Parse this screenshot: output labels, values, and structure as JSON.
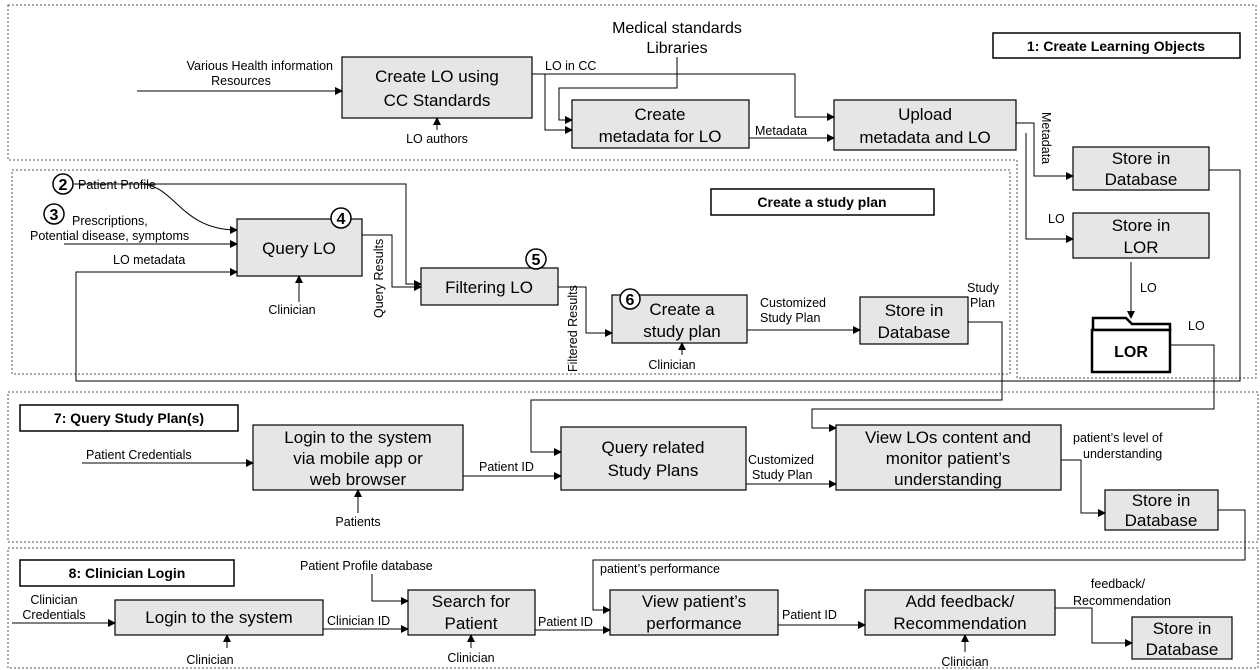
{
  "sections": {
    "create_lo": "1: Create Learning Objects",
    "study_plan": "Create a study plan",
    "query_plans": "7: Query Study Plan(s)",
    "clinician_login": "8: Clinician Login"
  },
  "boxes": {
    "create_lo": [
      "Create LO using",
      "CC Standards"
    ],
    "create_meta": [
      "Create",
      "metadata for LO"
    ],
    "upload": [
      "Upload",
      "metadata and LO"
    ],
    "store_db1": [
      "Store in",
      "Database"
    ],
    "store_lor": [
      "Store in",
      "LOR"
    ],
    "lor_folder": "LOR",
    "query_lo": "Query LO",
    "filtering": "Filtering LO",
    "create_plan": [
      "Create a",
      "study plan"
    ],
    "store_db2": [
      "Store in",
      "Database"
    ],
    "login_sys": [
      "Login to the system",
      "via mobile app or",
      "web browser"
    ],
    "query_plans": [
      "Query related",
      "Study Plans"
    ],
    "view_los": [
      "View LOs content and",
      "monitor patient’s",
      "understanding"
    ],
    "store_db3": [
      "Store in",
      "Database"
    ],
    "clin_login": "Login to the system",
    "search_patient": [
      "Search for",
      "Patient"
    ],
    "view_perf": [
      "View patient’s",
      "performance"
    ],
    "add_feedback": [
      "Add feedback/",
      "Recommendation"
    ],
    "store_db4": [
      "Store in",
      "Database"
    ]
  },
  "numbers": [
    "2",
    "3",
    "4",
    "5",
    "6"
  ],
  "labels": {
    "resources": [
      "Various Health information",
      "Resources"
    ],
    "med_std": [
      "Medical standards",
      "Libraries"
    ],
    "lo_in_cc": "LO in CC",
    "lo_authors": "LO authors",
    "metadata1": "Metadata",
    "metadata2": "Metadata",
    "lo_store": "LO",
    "lo_down": "LO",
    "lo_folder": "LO",
    "patient_profile": "Patient Profile",
    "prescriptions": [
      "Prescriptions,",
      "Potential disease, symptoms"
    ],
    "lo_metadata": "LO metadata",
    "clinician1": "Clinician",
    "clinician2": "Clinician",
    "query_results": "Query Results",
    "filtered_results": "Filtered Results",
    "custom_plan1": [
      "Customized",
      "Study Plan"
    ],
    "study_plan": [
      "Study",
      "Plan"
    ],
    "patient_cred": "Patient Credentials",
    "patients": "Patients",
    "patient_id1": "Patient ID",
    "custom_plan2": [
      "Customized",
      "Study Plan"
    ],
    "level": [
      "patient’s level of",
      "understanding"
    ],
    "clin_cred": [
      "Clinician",
      "Credentials"
    ],
    "clinician3": "Clinician",
    "clinician_id": "Clinician ID",
    "profile_db": "Patient Profile database",
    "clinician4": "Clinician",
    "patient_id2": "Patient ID",
    "perf": "patient’s performance",
    "patient_id3": "Patient ID",
    "feedback": [
      "feedback/",
      "Recommendation"
    ],
    "clinician5": "Clinician"
  }
}
